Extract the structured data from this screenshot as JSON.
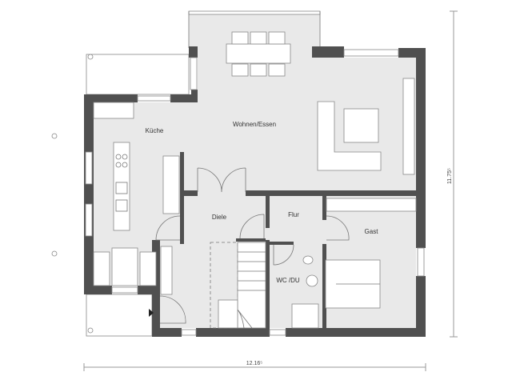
{
  "rooms": {
    "kitchen": "Küche",
    "living": "Wohnen/Essen",
    "hall": "Diele",
    "corridor": "Flur",
    "guest": "Gast",
    "bath": "WC /DU"
  },
  "dimensions": {
    "width": "12.16⁵",
    "depth": "11.75⁵"
  },
  "colors": {
    "wall": "#505050",
    "floor": "#e9e9e9"
  }
}
